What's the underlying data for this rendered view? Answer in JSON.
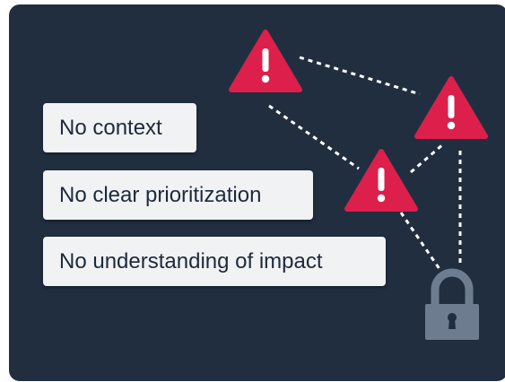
{
  "labels": {
    "no_context": "No context",
    "no_prioritization": "No clear prioritization",
    "no_impact": "No understanding of impact"
  },
  "icons": {
    "warning": "warning-triangle-icon",
    "lock": "padlock-icon"
  },
  "colors": {
    "background": "#212e40",
    "label_bg": "#f0f2f4",
    "label_text": "#1e2a3a",
    "warning": "#dc1f4b",
    "lock": "#6d7d8f",
    "dotted_line": "#ffffff"
  }
}
